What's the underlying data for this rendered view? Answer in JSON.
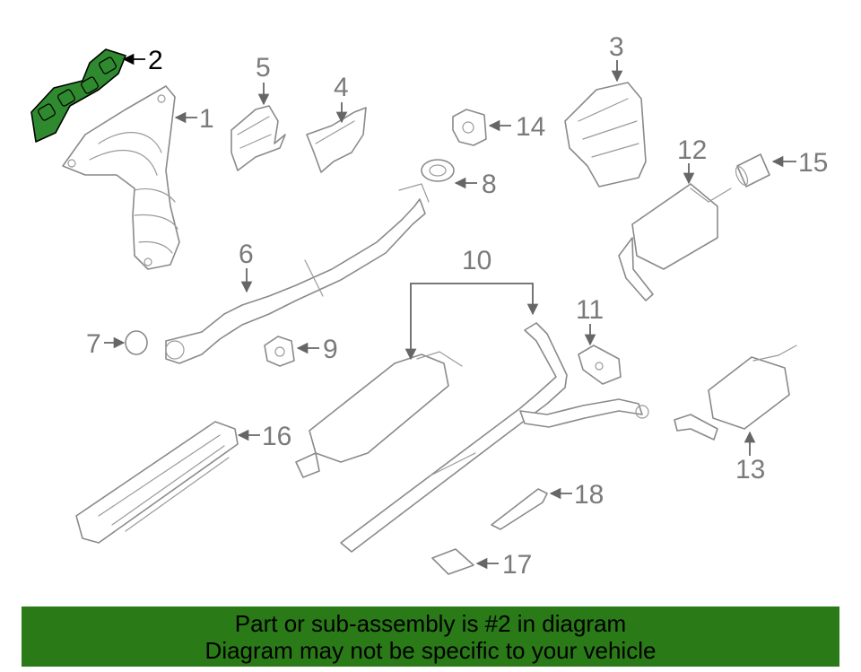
{
  "highlight_color": "#2f8a2f",
  "banner_color": "#2a7a18",
  "callouts": {
    "n1": "1",
    "n2": "2",
    "n3": "3",
    "n4": "4",
    "n5": "5",
    "n6": "6",
    "n7": "7",
    "n8": "8",
    "n9": "9",
    "n10": "10",
    "n11": "11",
    "n12": "12",
    "n13": "13",
    "n14": "14",
    "n15": "15",
    "n16": "16",
    "n17": "17",
    "n18": "18"
  },
  "banner": {
    "line1": "Part or sub-assembly is #2 in diagram",
    "line2": "Diagram may not be specific to your vehicle"
  }
}
